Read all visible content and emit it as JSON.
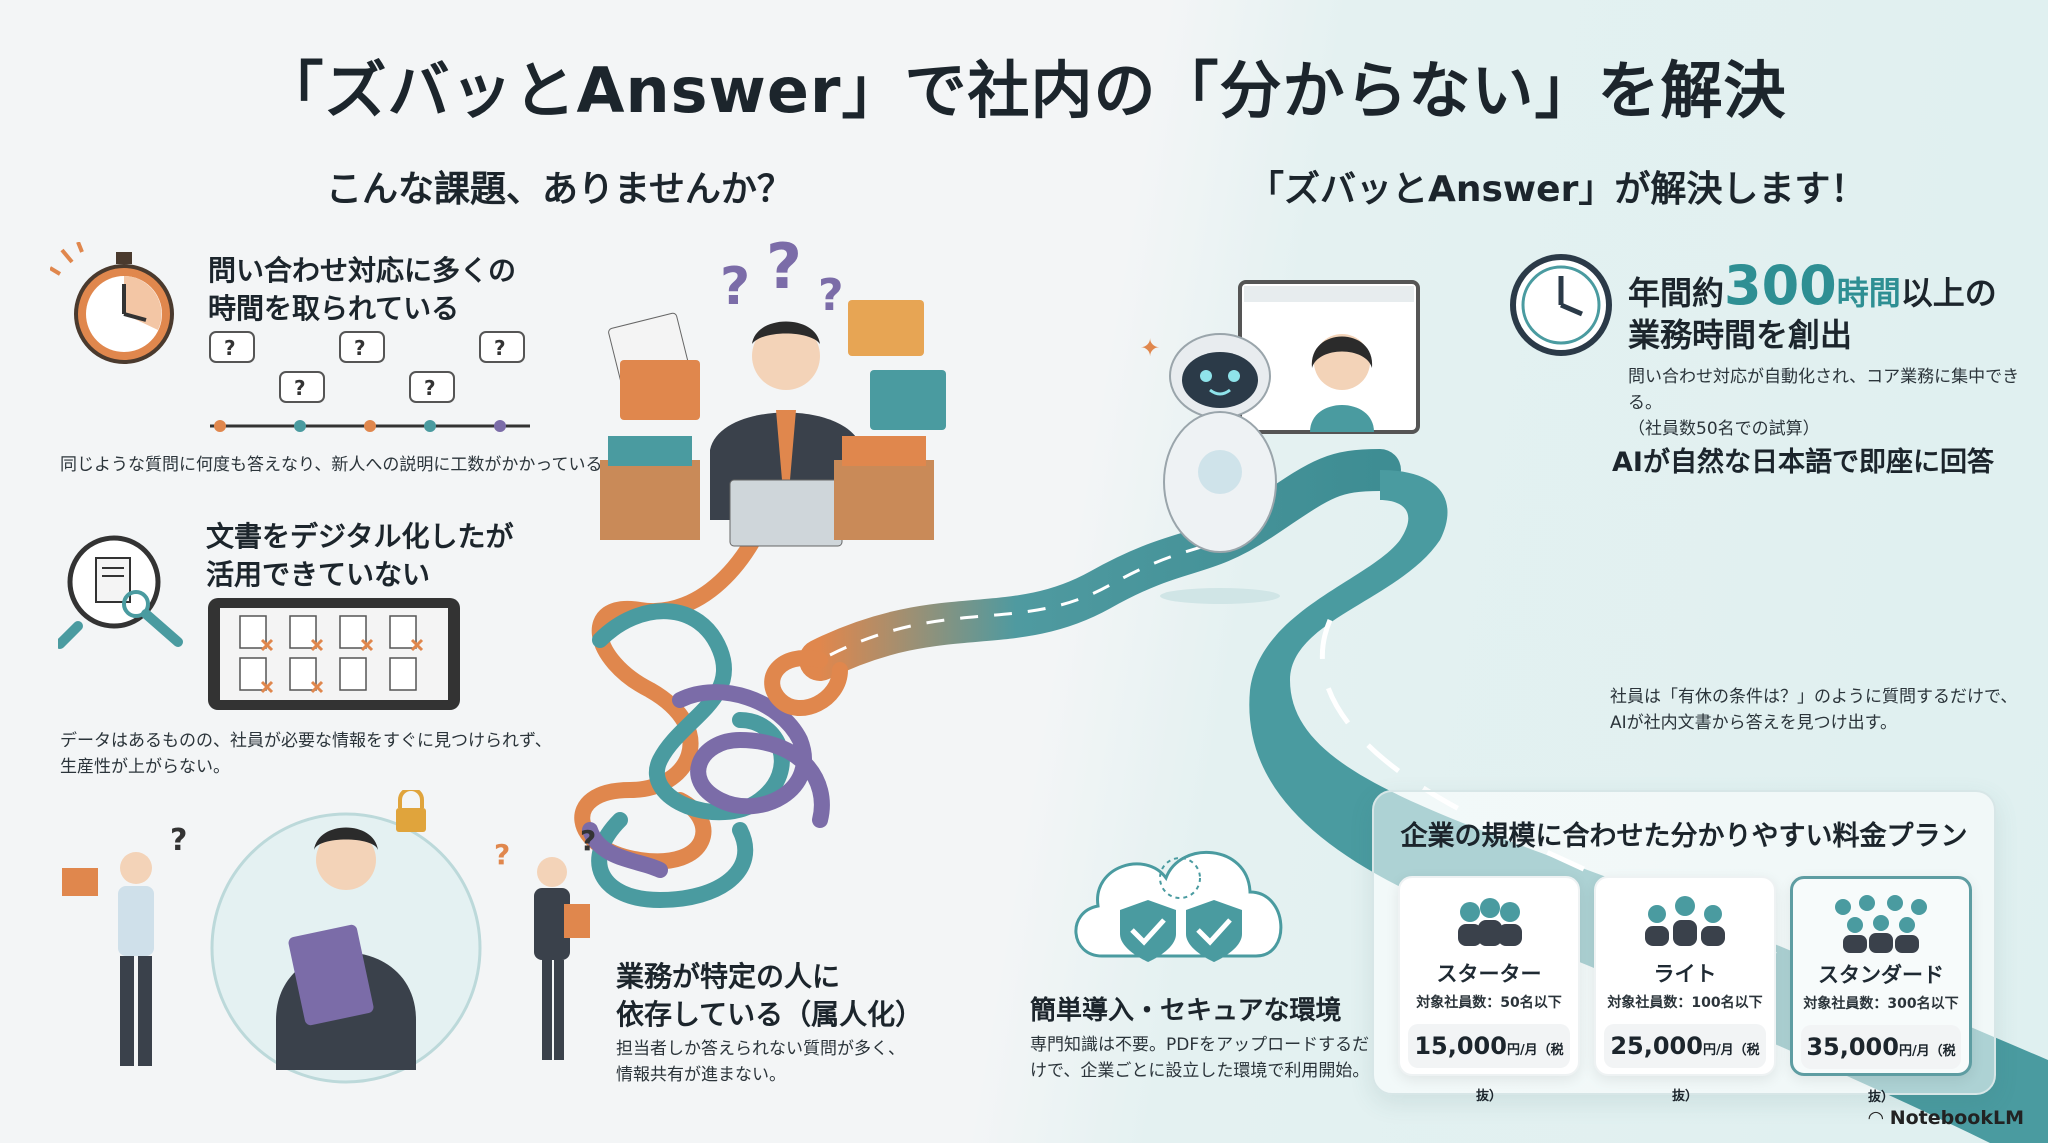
{
  "title": "「ズバッとAnswer」で社内の「分からない」を解決",
  "left": {
    "heading": "こんな課題、ありませんか？",
    "problem1": {
      "title_line1": "問い合わせ対応に多くの",
      "title_line2": "時間を取られている",
      "desc": "同じような質問に何度も答えなり、新人への説明に工数がかかっている。"
    },
    "problem2": {
      "title_line1": "文書をデジタル化したが",
      "title_line2": "活用できていない",
      "desc_line1": "データはあるものの、社員が必要な情報をすぐに見つけられず、",
      "desc_line2": "生産性が上がらない。"
    },
    "problem3": {
      "title_line1": "業務が特定の人に",
      "title_line2": "依存している（属人化）",
      "desc_line1": "担当者しか答えられない質問が多く、",
      "desc_line2": "情報共有が進まない。"
    }
  },
  "right": {
    "heading": "「ズバッとAnswer」が解決します！",
    "benefit1": {
      "pre": "年間約",
      "number": "300",
      "unit": "時間",
      "post": "以上の",
      "line2": "業務時間を創出",
      "desc_line1": "問い合わせ対応が自動化され、コア業務に集中できる。",
      "desc_line2": "（社員数50名での試算）"
    },
    "benefit2": {
      "title": "AIが自然な日本語で即座に回答",
      "desc_line1": "社員は「有休の条件は？」のように質問するだけで、",
      "desc_line2": "AIが社内文書から答えを見つけ出す。"
    },
    "benefit3": {
      "title": "簡単導入・セキュアな環境",
      "desc_line1": "専門知識は不要。PDFをアップロードするだ",
      "desc_line2": "けで、企業ごとに設立した環境で利用開始。"
    },
    "pricing": {
      "title": "企業の規模に合わせた分かりやすい料金プラン",
      "plans": [
        {
          "name": "スターター",
          "target": "対象社員数：50名以下",
          "price": "15,000",
          "unit": "円/月（税抜）"
        },
        {
          "name": "ライト",
          "target": "対象社員数：100名以下",
          "price": "25,000",
          "unit": "円/月（税抜）"
        },
        {
          "name": "スタンダード",
          "target": "対象社員数：300名以下",
          "price": "35,000",
          "unit": "円/月（税抜）"
        }
      ]
    }
  },
  "brand": "NotebookLM",
  "colors": {
    "teal": "#3f9599",
    "orange": "#e0874d",
    "purple": "#7b6ca8",
    "dark": "#1c252c"
  },
  "icons": [
    "stopwatch-icon",
    "magnifier-document-icon",
    "clock-icon",
    "cloud-shield-icon",
    "lock-icon",
    "robot-icon"
  ]
}
